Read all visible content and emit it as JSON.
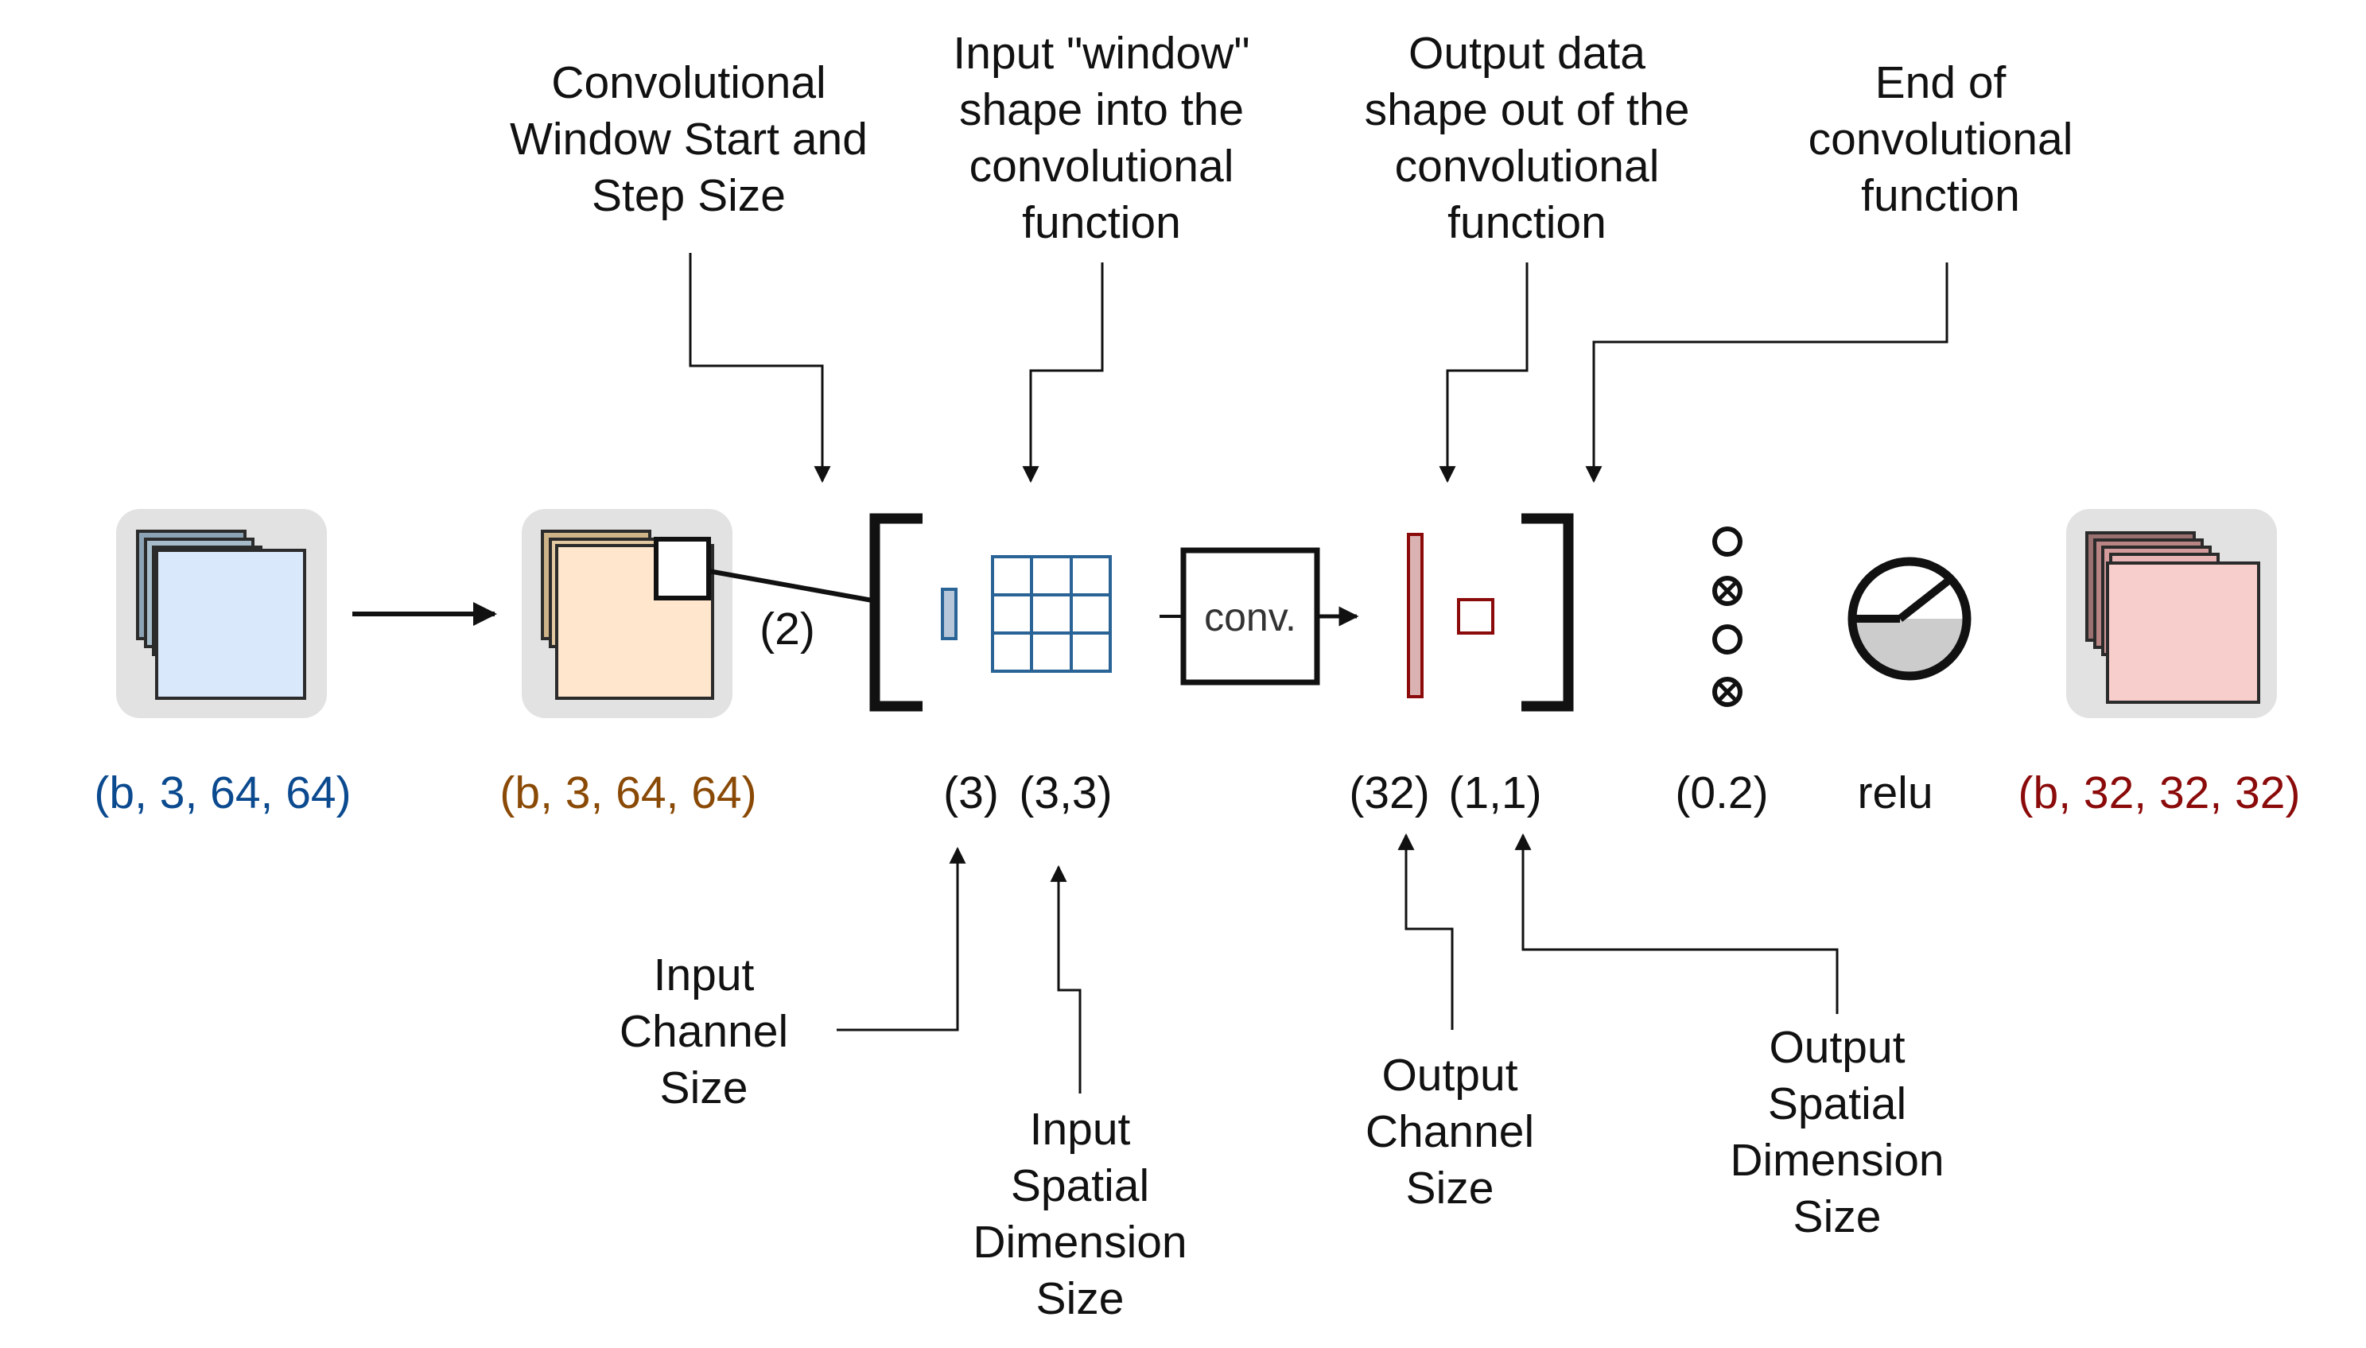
{
  "colors": {
    "input_blue": "#0b4a8f",
    "window_brown": "#8a4a06",
    "output_red": "#8b0a0a",
    "grid_blue": "#2a6496",
    "black": "#111111",
    "tile_bg": "#e2e2e2"
  },
  "icons": {
    "input_tensor": "stacked-blue-squares-icon",
    "window_tensor": "stacked-orange-squares-with-window-icon",
    "conv": "conv-box-icon",
    "dropout": "dropout-circles-icon",
    "relu": "relu-gauge-icon",
    "output_tensor": "stacked-red-squares-icon"
  },
  "annotations": {
    "window_start": [
      "Convolutional",
      "Window Start and",
      "Step Size"
    ],
    "input_window_shape": [
      "Input \"window\"",
      "shape into the",
      "convolutional",
      "function"
    ],
    "output_data_shape": [
      "Output data",
      "shape out of the",
      "convolutional",
      "function"
    ],
    "end_of_conv": [
      "End of",
      "convolutional",
      "function"
    ],
    "input_channel_size": [
      "Input",
      "Channel",
      "Size"
    ],
    "input_spatial_size": [
      "Input",
      "Spatial",
      "Dimension",
      "Size"
    ],
    "output_channel_size": [
      "Output",
      "Channel",
      "Size"
    ],
    "output_spatial_size": [
      "Output",
      "Spatial",
      "Dimension",
      "Size"
    ]
  },
  "labels": {
    "input_shape": "(b, 3, 64, 64)",
    "window_shape": "(b, 3, 64, 64)",
    "step": "(2)",
    "in_channels": "(3)",
    "kernel": "(3,3)",
    "out_channels": "(32)",
    "out_spatial": "(1,1)",
    "dropout": "(0.2)",
    "activation": "relu",
    "output_shape": "(b, 32, 32, 32)",
    "conv_box": "conv."
  }
}
